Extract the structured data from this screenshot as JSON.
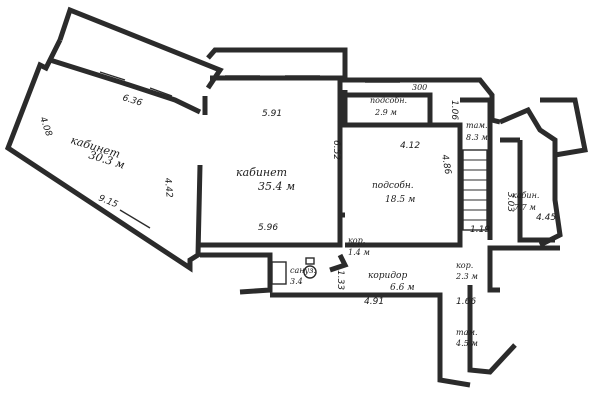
{
  "rooms": [
    {
      "id": "cab1",
      "name": "кабинет",
      "area": "30.3 м"
    },
    {
      "id": "cab2",
      "name": "кабинет",
      "area": "35.4 м"
    },
    {
      "id": "podsob1",
      "name": "подсобн.",
      "area": "18.5 м"
    },
    {
      "id": "podsob2",
      "name": "подсобн.",
      "area": "2.9 м",
      "prefix": "300"
    },
    {
      "id": "tam",
      "name": "там.",
      "area": "8.3 м"
    },
    {
      "id": "cab3",
      "name": "кабин.",
      "area": "7.7 м"
    },
    {
      "id": "kor1",
      "name": "кор.",
      "area": "1.4 м"
    },
    {
      "id": "san",
      "name": "сануз.",
      "area": "3.4"
    },
    {
      "id": "koridor",
      "name": "коридор",
      "area": "6.6 м"
    },
    {
      "id": "kor2",
      "name": "кор.",
      "area": "2.3 м"
    },
    {
      "id": "tam2",
      "name": "там.",
      "area": "4.5 м"
    }
  ],
  "dimensions": [
    "4.08",
    "6.36",
    "4.42",
    "9.15",
    "5.91",
    "6.52",
    "5.96",
    "4.12",
    "4.86",
    "1.06",
    "4.91",
    "1.66",
    "1.19",
    "4.45",
    "3.03",
    "1.33"
  ]
}
